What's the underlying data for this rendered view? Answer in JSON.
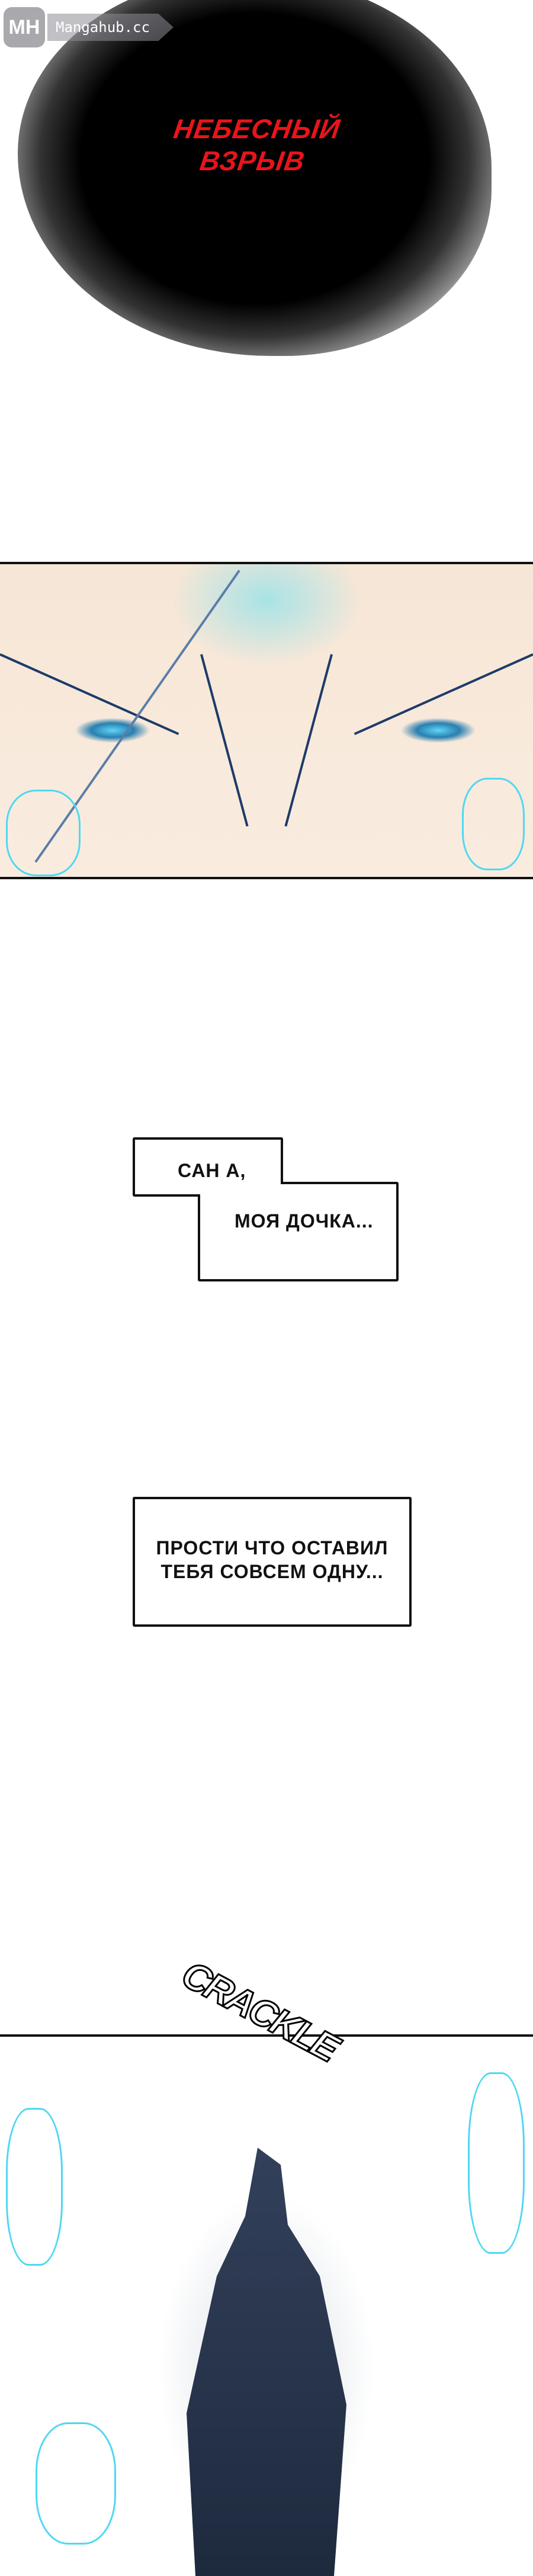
{
  "watermark": {
    "logo": "MH",
    "site": "Mangahub.cc"
  },
  "title_panel": {
    "lines": [
      "НЕБЕСНЫЙ",
      "ВЗРЫВ"
    ],
    "color": "#e8141a"
  },
  "dialogue": [
    {
      "lines": [
        "САН А,",
        "МОЯ ДОЧКА..."
      ]
    },
    {
      "lines": [
        "ПРОСТИ ЧТО ОСТАВИЛ",
        "ТЕБЯ СОВСЕМ ОДНУ..."
      ]
    }
  ],
  "sfx": {
    "text": "CRACKLE"
  }
}
